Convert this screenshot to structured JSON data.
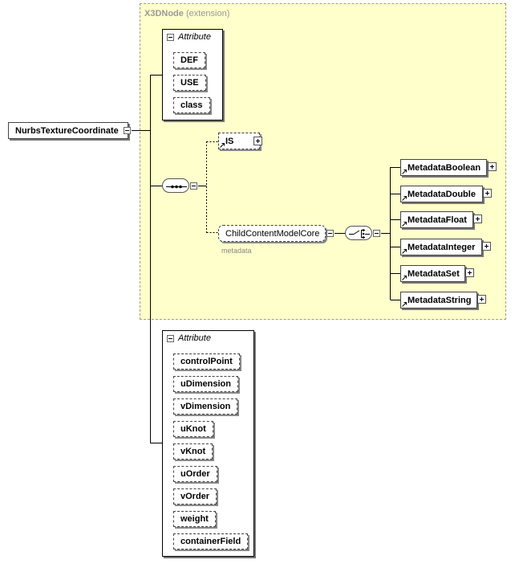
{
  "root": {
    "label": "NurbsTextureCoordinate"
  },
  "extension": {
    "base": "X3DNode",
    "suffix": " (extension)"
  },
  "ext_attributes": {
    "title": "Attribute",
    "items": [
      "DEF",
      "USE",
      "class"
    ]
  },
  "is_element": {
    "label": "IS"
  },
  "child_group": {
    "label": "ChildContentModelCore",
    "note": "metadata"
  },
  "metadata_elements": [
    "MetadataBoolean",
    "MetadataDouble",
    "MetadataFloat",
    "MetadataInteger",
    "MetadataSet",
    "MetadataString"
  ],
  "attributes": {
    "title": "Attribute",
    "items": [
      "controlPoint",
      "uDimension",
      "vDimension",
      "uKnot",
      "vKnot",
      "uOrder",
      "vOrder",
      "weight",
      "containerField"
    ]
  },
  "colors": {
    "extension_bg": "#ffffcc",
    "extension_border": "#a0a07a"
  }
}
